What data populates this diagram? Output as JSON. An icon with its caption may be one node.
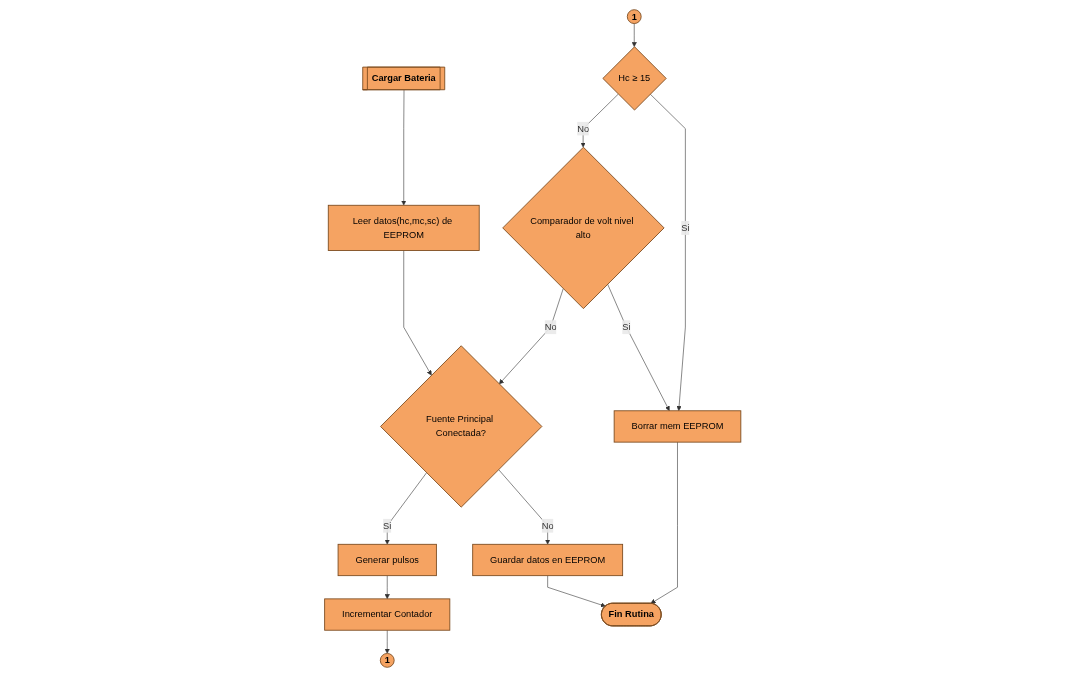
{
  "diagram": {
    "nodes": [
      {
        "text": [
          "Cargar Bateria"
        ]
      },
      {
        "text": [
          "Leer datos(hc,mc,sc) de EEPROM"
        ]
      },
      {
        "text": [
          "Fuente Principal Conectada?"
        ]
      },
      {
        "text": [
          "Generar pulsos"
        ]
      },
      {
        "text": [
          "Incrementar Contador"
        ]
      },
      {
        "text": [
          "1"
        ]
      },
      {
        "text": [
          "Guardar datos en EEPROM"
        ]
      },
      {
        "text": [
          "1"
        ]
      },
      {
        "text": [
          "Hc ≥ 15"
        ]
      },
      {
        "text": [
          "Comparador de volt nivel alto"
        ]
      },
      {
        "text": [
          "Borrar mem EEPROM"
        ]
      },
      {
        "text": [
          "Fin Rutina"
        ]
      }
    ],
    "edges": [
      {
        "from": 0,
        "to": 1,
        "arrow": "to"
      },
      {
        "from": 1,
        "to": 2,
        "arrow": "to"
      },
      {
        "from": 2,
        "to": 3,
        "arrow": "to",
        "label": "Si"
      },
      {
        "from": 3,
        "to": 4,
        "arrow": "to"
      },
      {
        "from": 4,
        "to": 5,
        "arrow": "to"
      },
      {
        "from": 2,
        "to": 6,
        "arrow": "to",
        "label": "No"
      },
      {
        "from": 7,
        "to": 8,
        "arrow": "to"
      },
      {
        "from": 8,
        "to": 9,
        "arrow": "to",
        "label": "No"
      },
      {
        "from": 8,
        "to": 10,
        "arrow": "to",
        "label": "Si"
      },
      {
        "from": 9,
        "to": 2,
        "arrow": "to",
        "label": "No"
      },
      {
        "from": 9,
        "to": 10,
        "arrow": "to",
        "label": "Si"
      },
      {
        "from": 10,
        "to": 11,
        "arrow": "to"
      },
      {
        "from": 6,
        "to": 11,
        "arrow": "to"
      }
    ]
  }
}
